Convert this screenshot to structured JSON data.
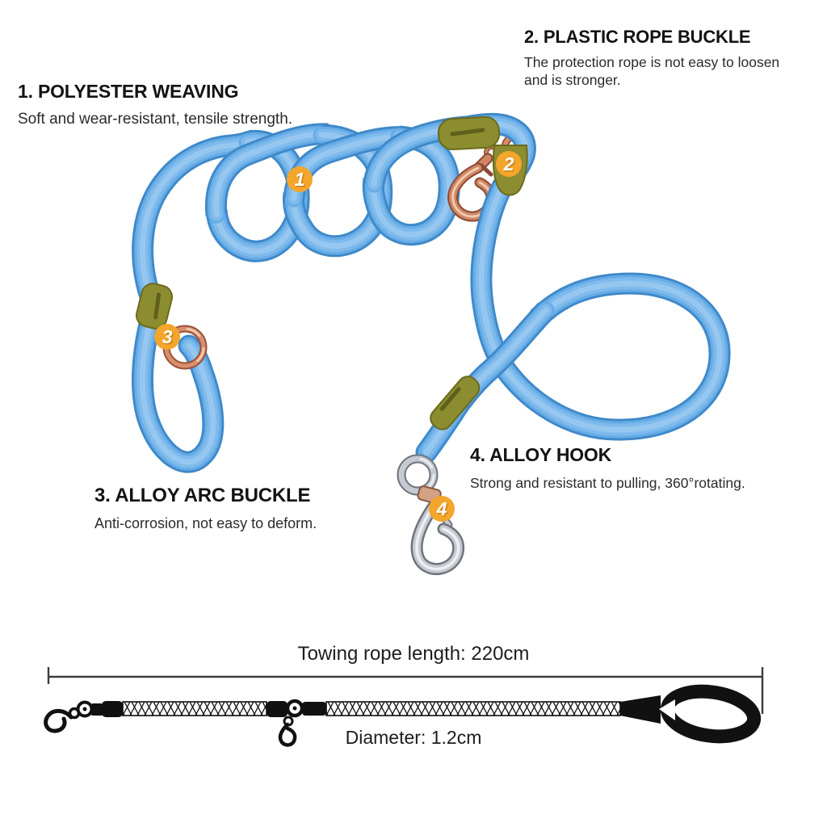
{
  "page": {
    "background": "#ffffff"
  },
  "annotations": [
    {
      "badge": "1",
      "title": "1. POLYESTER WEAVING",
      "desc_lines": [
        "Soft and wear-resistant, tensile strength."
      ]
    },
    {
      "badge": "2",
      "title": "2. PLASTIC ROPE BUCKLE",
      "desc_lines": [
        "The protection rope is not easy to loosen",
        "and is stronger."
      ]
    },
    {
      "badge": "3",
      "title": "3. ALLOY ARC BUCKLE",
      "desc_lines": [
        "Anti-corrosion, not easy to deform."
      ]
    },
    {
      "badge": "4",
      "title": "4. ALLOY HOOK",
      "desc_lines": [
        "Strong and resistant to pulling, 360°rotating."
      ]
    }
  ],
  "size_diagram": {
    "length_label": "Towing rope length: 220cm",
    "diameter_label": "Diameter: 1.2cm"
  },
  "colors": {
    "rope_blue": "#66ade8",
    "rope_edge": "#4089c9",
    "olive_buckle": "#8c8c30",
    "rose_gold": "#cf8663",
    "silver": "#c6cad1",
    "badge_orange": "#f3a52c",
    "text_dark": "#151515"
  }
}
